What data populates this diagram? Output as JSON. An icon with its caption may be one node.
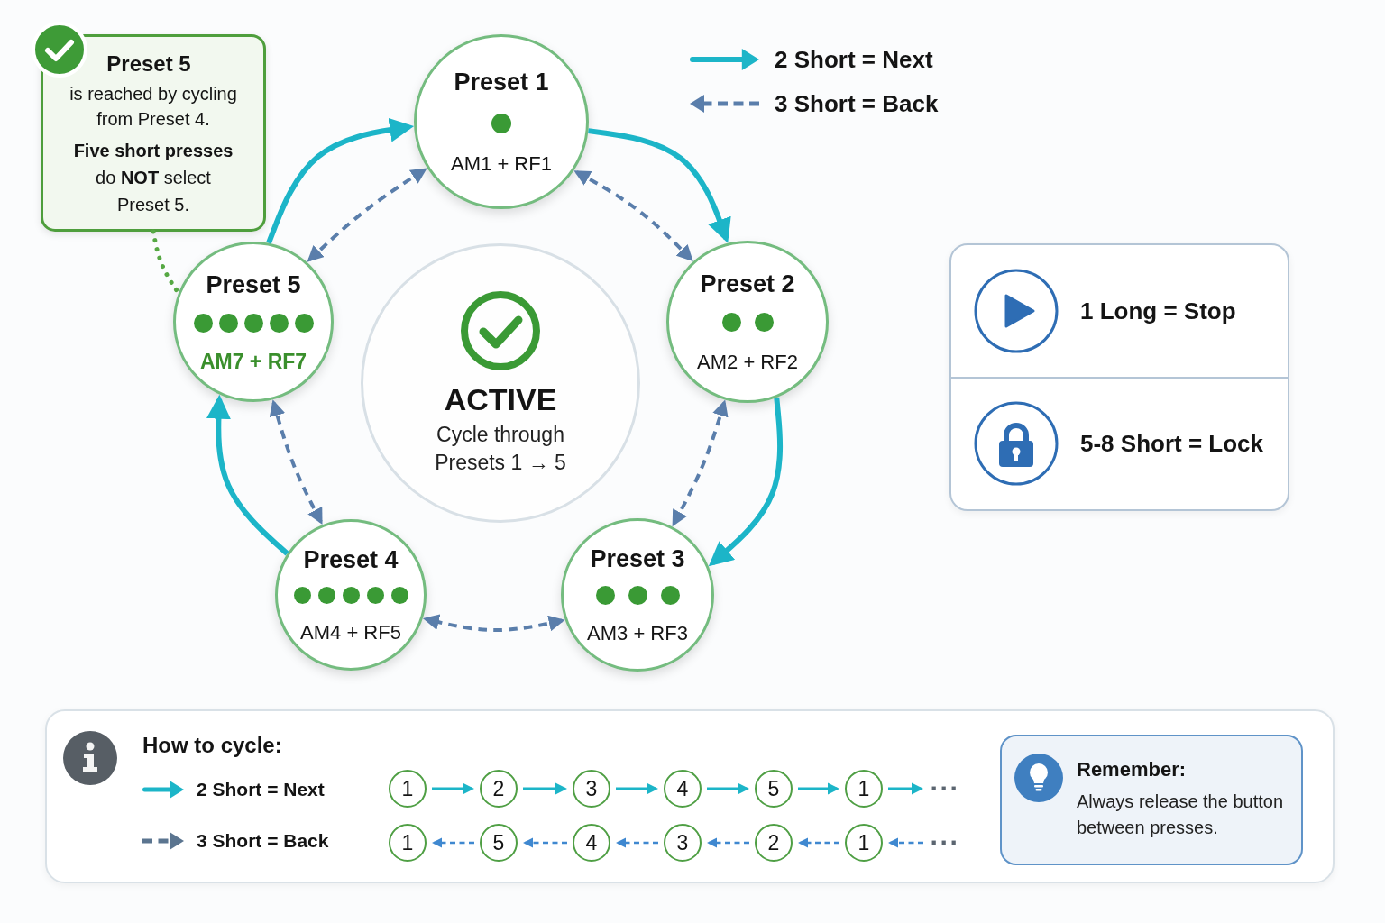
{
  "diagram": {
    "nodes": [
      {
        "text": [
          "Preset 5",
          "is reached by cycling from Preset 4.",
          "**Five short presses** do **NOT** select Preset 5."
        ]
      },
      {
        "text": [
          "Preset 1",
          "AM1 + RF1"
        ]
      },
      {
        "text": [
          "Preset 2",
          "AM2 + RF2"
        ]
      },
      {
        "text": [
          "Preset 3",
          "AM3 + RF3"
        ]
      },
      {
        "text": [
          "Preset 4",
          "AM4 + RF5"
        ]
      },
      {
        "text": [
          "Preset 5",
          "AM7 + RF7"
        ]
      },
      {
        "text": [
          "ACTIVE",
          "Cycle through Presets 1 → 5"
        ]
      },
      {
        "text": [
          "1 Long = Stop",
          "5-8 Short = Lock"
        ]
      },
      {
        "text": [
          "How to cycle:"
        ]
      },
      {
        "text": [
          "1"
        ],
        "in": 8
      },
      {
        "text": [
          "2"
        ],
        "in": 8
      },
      {
        "text": [
          "3"
        ],
        "in": 8
      },
      {
        "text": [
          "4"
        ],
        "in": 8
      },
      {
        "text": [
          "5"
        ],
        "in": 8
      },
      {
        "text": [
          "1"
        ],
        "in": 8
      },
      {
        "text": [
          "···"
        ],
        "in": 8
      },
      {
        "text": [
          "1"
        ],
        "in": 8
      },
      {
        "text": [
          "5"
        ],
        "in": 8
      },
      {
        "text": [
          "4"
        ],
        "in": 8
      },
      {
        "text": [
          "3"
        ],
        "in": 8
      },
      {
        "text": [
          "2"
        ],
        "in": 8
      },
      {
        "text": [
          "1"
        ],
        "in": 8
      },
      {
        "text": [
          "···"
        ],
        "in": 8
      },
      {
        "text": [
          "Remember:",
          "Always release the button between presses."
        ],
        "in": 8
      }
    ],
    "edges": [
      {
        "from": 1,
        "to": 2,
        "arrow": "to",
        "style": "thick"
      },
      {
        "from": 2,
        "to": 3,
        "arrow": "to",
        "style": "thick"
      },
      {
        "from": 4,
        "to": 5,
        "arrow": "to",
        "style": "thick"
      },
      {
        "from": 5,
        "to": 1,
        "arrow": "to",
        "style": "thick"
      },
      {
        "from": 1,
        "to": 2,
        "arrow": "both",
        "style": "dashed",
        "color": "#5a7eab"
      },
      {
        "from": 2,
        "to": 3,
        "arrow": "both",
        "style": "dashed",
        "color": "#5a7eab"
      },
      {
        "from": 3,
        "to": 4,
        "arrow": "both",
        "style": "dashed",
        "color": "#5a7eab"
      },
      {
        "from": 4,
        "to": 5,
        "arrow": "both",
        "style": "dashed",
        "color": "#5a7eab"
      },
      {
        "from": 5,
        "to": 1,
        "arrow": "both",
        "style": "dashed",
        "color": "#5a7eab"
      },
      {
        "from": 0,
        "to": 5,
        "arrow": "none",
        "style": "dashed",
        "color": "#56a843"
      },
      {
        "from": 9,
        "to": 10,
        "arrow": "to"
      },
      {
        "from": 10,
        "to": 11,
        "arrow": "to"
      },
      {
        "from": 11,
        "to": 12,
        "arrow": "to"
      },
      {
        "from": 12,
        "to": 13,
        "arrow": "to"
      },
      {
        "from": 13,
        "to": 14,
        "arrow": "to"
      },
      {
        "from": 14,
        "to": 15,
        "arrow": "to"
      },
      {
        "from": 17,
        "to": 16,
        "arrow": "to",
        "style": "dashed",
        "color": "#3f88d0"
      },
      {
        "from": 18,
        "to": 17,
        "arrow": "to",
        "style": "dashed",
        "color": "#3f88d0"
      },
      {
        "from": 19,
        "to": 18,
        "arrow": "to",
        "style": "dashed",
        "color": "#3f88d0"
      },
      {
        "from": 20,
        "to": 19,
        "arrow": "to",
        "style": "dashed",
        "color": "#3f88d0"
      },
      {
        "from": 21,
        "to": 20,
        "arrow": "to",
        "style": "dashed",
        "color": "#3f88d0"
      },
      {
        "from": 22,
        "to": 21,
        "arrow": "to",
        "style": "dashed",
        "color": "#3f88d0"
      }
    ],
    "legend": [
      {
        "text": "2 Short = Next"
      },
      {
        "text": "3 Short = Back"
      },
      {
        "text": "2 Short = Next"
      },
      {
        "text": "3 Short = Back"
      }
    ]
  }
}
